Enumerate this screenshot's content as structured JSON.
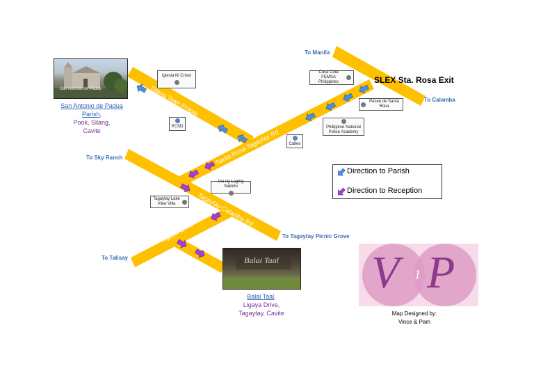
{
  "roads": {
    "silang_town_proper": "Silang Town Proper",
    "santa_rosa_tagaytay": "Santa Rosa-Tagaytay Rd",
    "tagaytay_calamba": "Tagaytay-Calamba Rd",
    "ligaya_drive": "Ligaya Drive"
  },
  "directions": {
    "to_manila": "To Manila",
    "to_calamba": "To Calamba",
    "to_sky_ranch": "To Sky Ranch",
    "to_tagaytay_picnic_grove": "To Tagaytay Picnic Grove",
    "to_talisay": "To Talisay"
  },
  "exit_label": "SLEX Sta. Rosa Exit",
  "places": {
    "iglesia": "Iglesia Ni Cristo",
    "pcsd": "PCSD",
    "coca_cola": "Coca Cola FEMSA Philippines",
    "paseo": "Paseo de Santa Rosa",
    "pnpa": "Philippine National Police Academy",
    "caltex": "Caltex",
    "laging_sarado": "Ina ng Laging Saklolo",
    "tagaytay_lake_view": "Tagaytay Lake View Villa"
  },
  "parish": {
    "link": "San Antonio de Padua Parish",
    "comma": ",",
    "line2": "Pook, Silang,",
    "line3": "Cavite",
    "photo_text": "San Antonio de Padua"
  },
  "reception": {
    "link": "Balai Taal",
    "comma": ",",
    "line2": "Ligaya Drive,",
    "line3": "Tagaytay, Cavite",
    "photo_text": "Balai Taal"
  },
  "legend": {
    "parish": "Direction to Parish",
    "reception": "Direction to Reception"
  },
  "logo": {
    "left": "V",
    "middle": "1",
    "right": "P"
  },
  "credit": {
    "line1": "Map Designed by:",
    "line2": "Vince & Pam"
  },
  "colors": {
    "road": "#ffc000",
    "parish_arrow": "#4a90d9",
    "reception_arrow": "#a040e0",
    "label_blue": "#3a6ab8",
    "caption_purple": "#7a2f9a"
  }
}
